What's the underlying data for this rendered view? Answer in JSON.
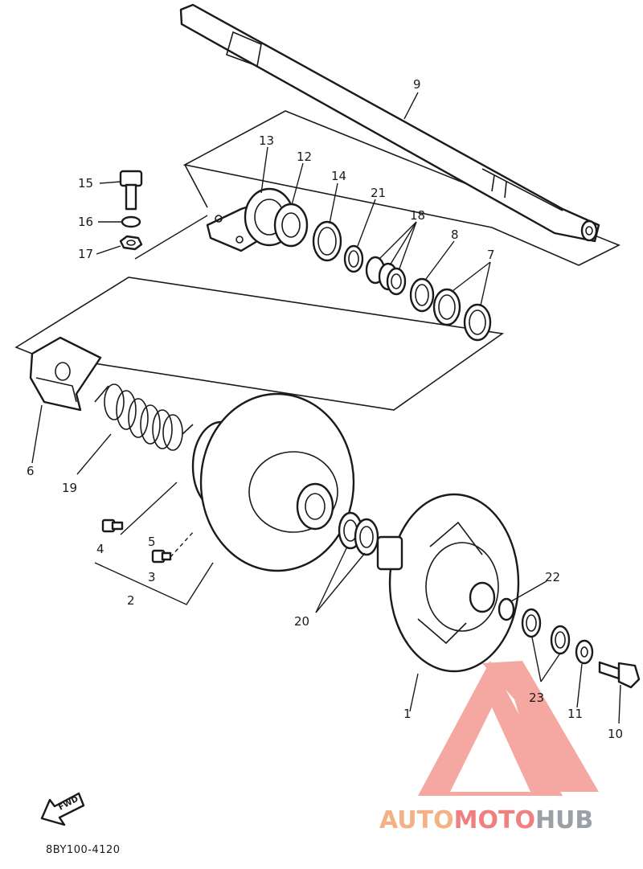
{
  "diagram": {
    "part_numbers": {
      "p1": "1",
      "p2": "2",
      "p3": "3",
      "p4": "4",
      "p5": "5",
      "p6": "6",
      "p7": "7",
      "p8": "8",
      "p9": "9",
      "p10": "10",
      "p11": "11",
      "p12": "12",
      "p13": "13",
      "p14": "14",
      "p15": "15",
      "p16": "16",
      "p17": "17",
      "p18": "18",
      "p19": "19",
      "p20": "20",
      "p21": "21",
      "p22": "22",
      "p23": "23"
    },
    "fwd_label": "FWD",
    "diagram_code": "8BY100-4120"
  },
  "watermark": {
    "part1": "AUTO",
    "part2": "MOTO",
    "part3": "HUB",
    "colors": {
      "auto": "#f4b183",
      "moto": "#f08080",
      "hub": "#9aa0a6",
      "logo": "#f28b82"
    }
  }
}
